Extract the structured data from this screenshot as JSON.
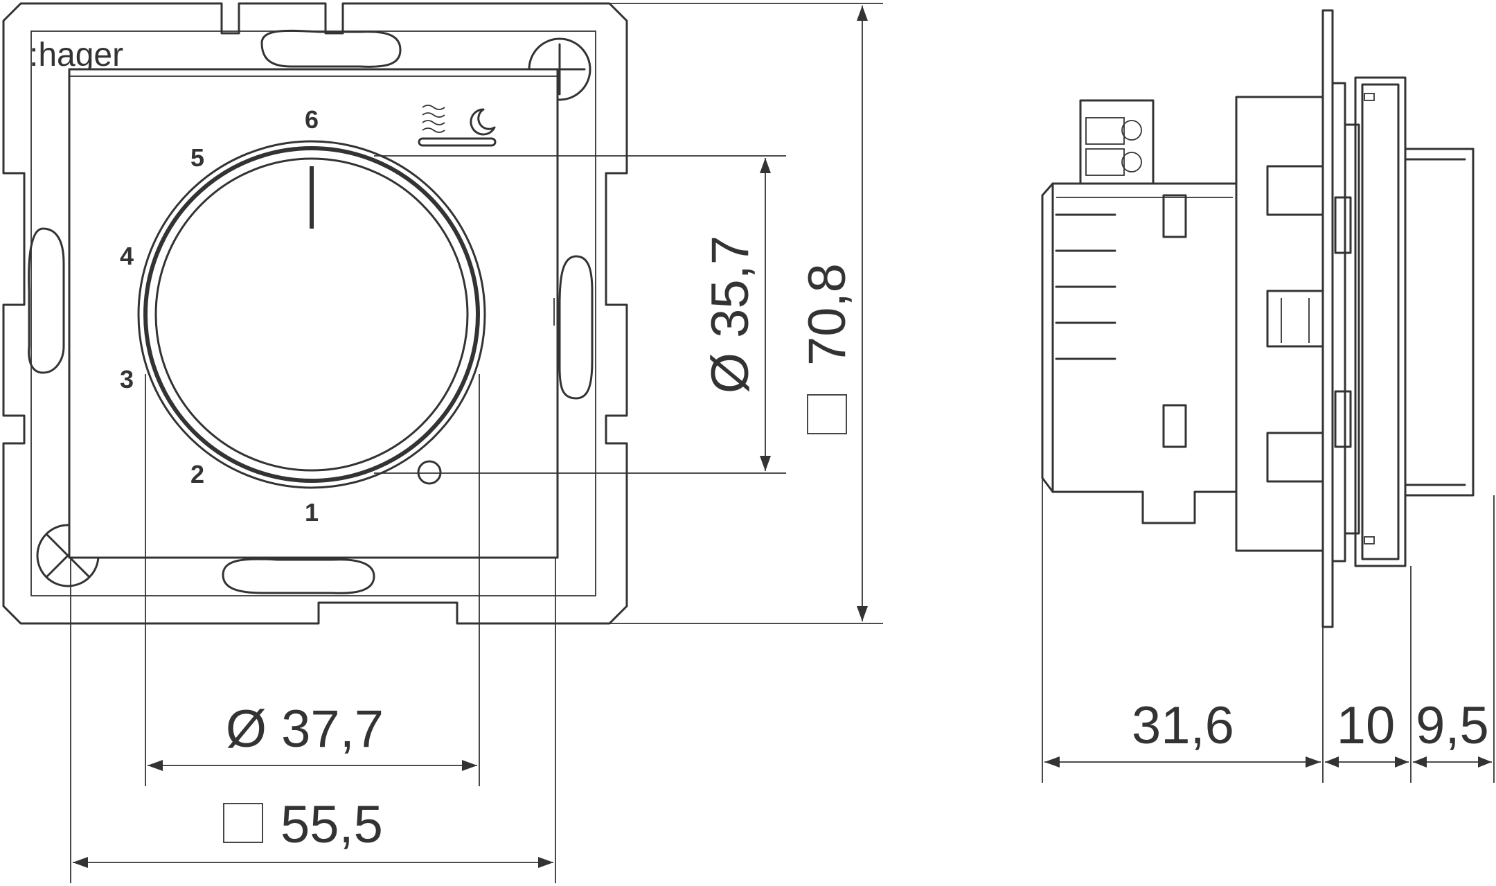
{
  "brand": ":hager",
  "dial_marks": [
    "6",
    "5",
    "4",
    "3",
    "2",
    "1"
  ],
  "dimensions": {
    "knob_diameter": "Ø 35,7",
    "frame_size": "70,8",
    "ring_diameter": "Ø 37,7",
    "plate_size": "55,5",
    "depth_body": "31,6",
    "depth_frame": "10",
    "depth_knob": "9,5"
  },
  "icons": [
    "heating-mode-icon",
    "night-mode-icon",
    "off-position-icon",
    "square-size-icon"
  ]
}
